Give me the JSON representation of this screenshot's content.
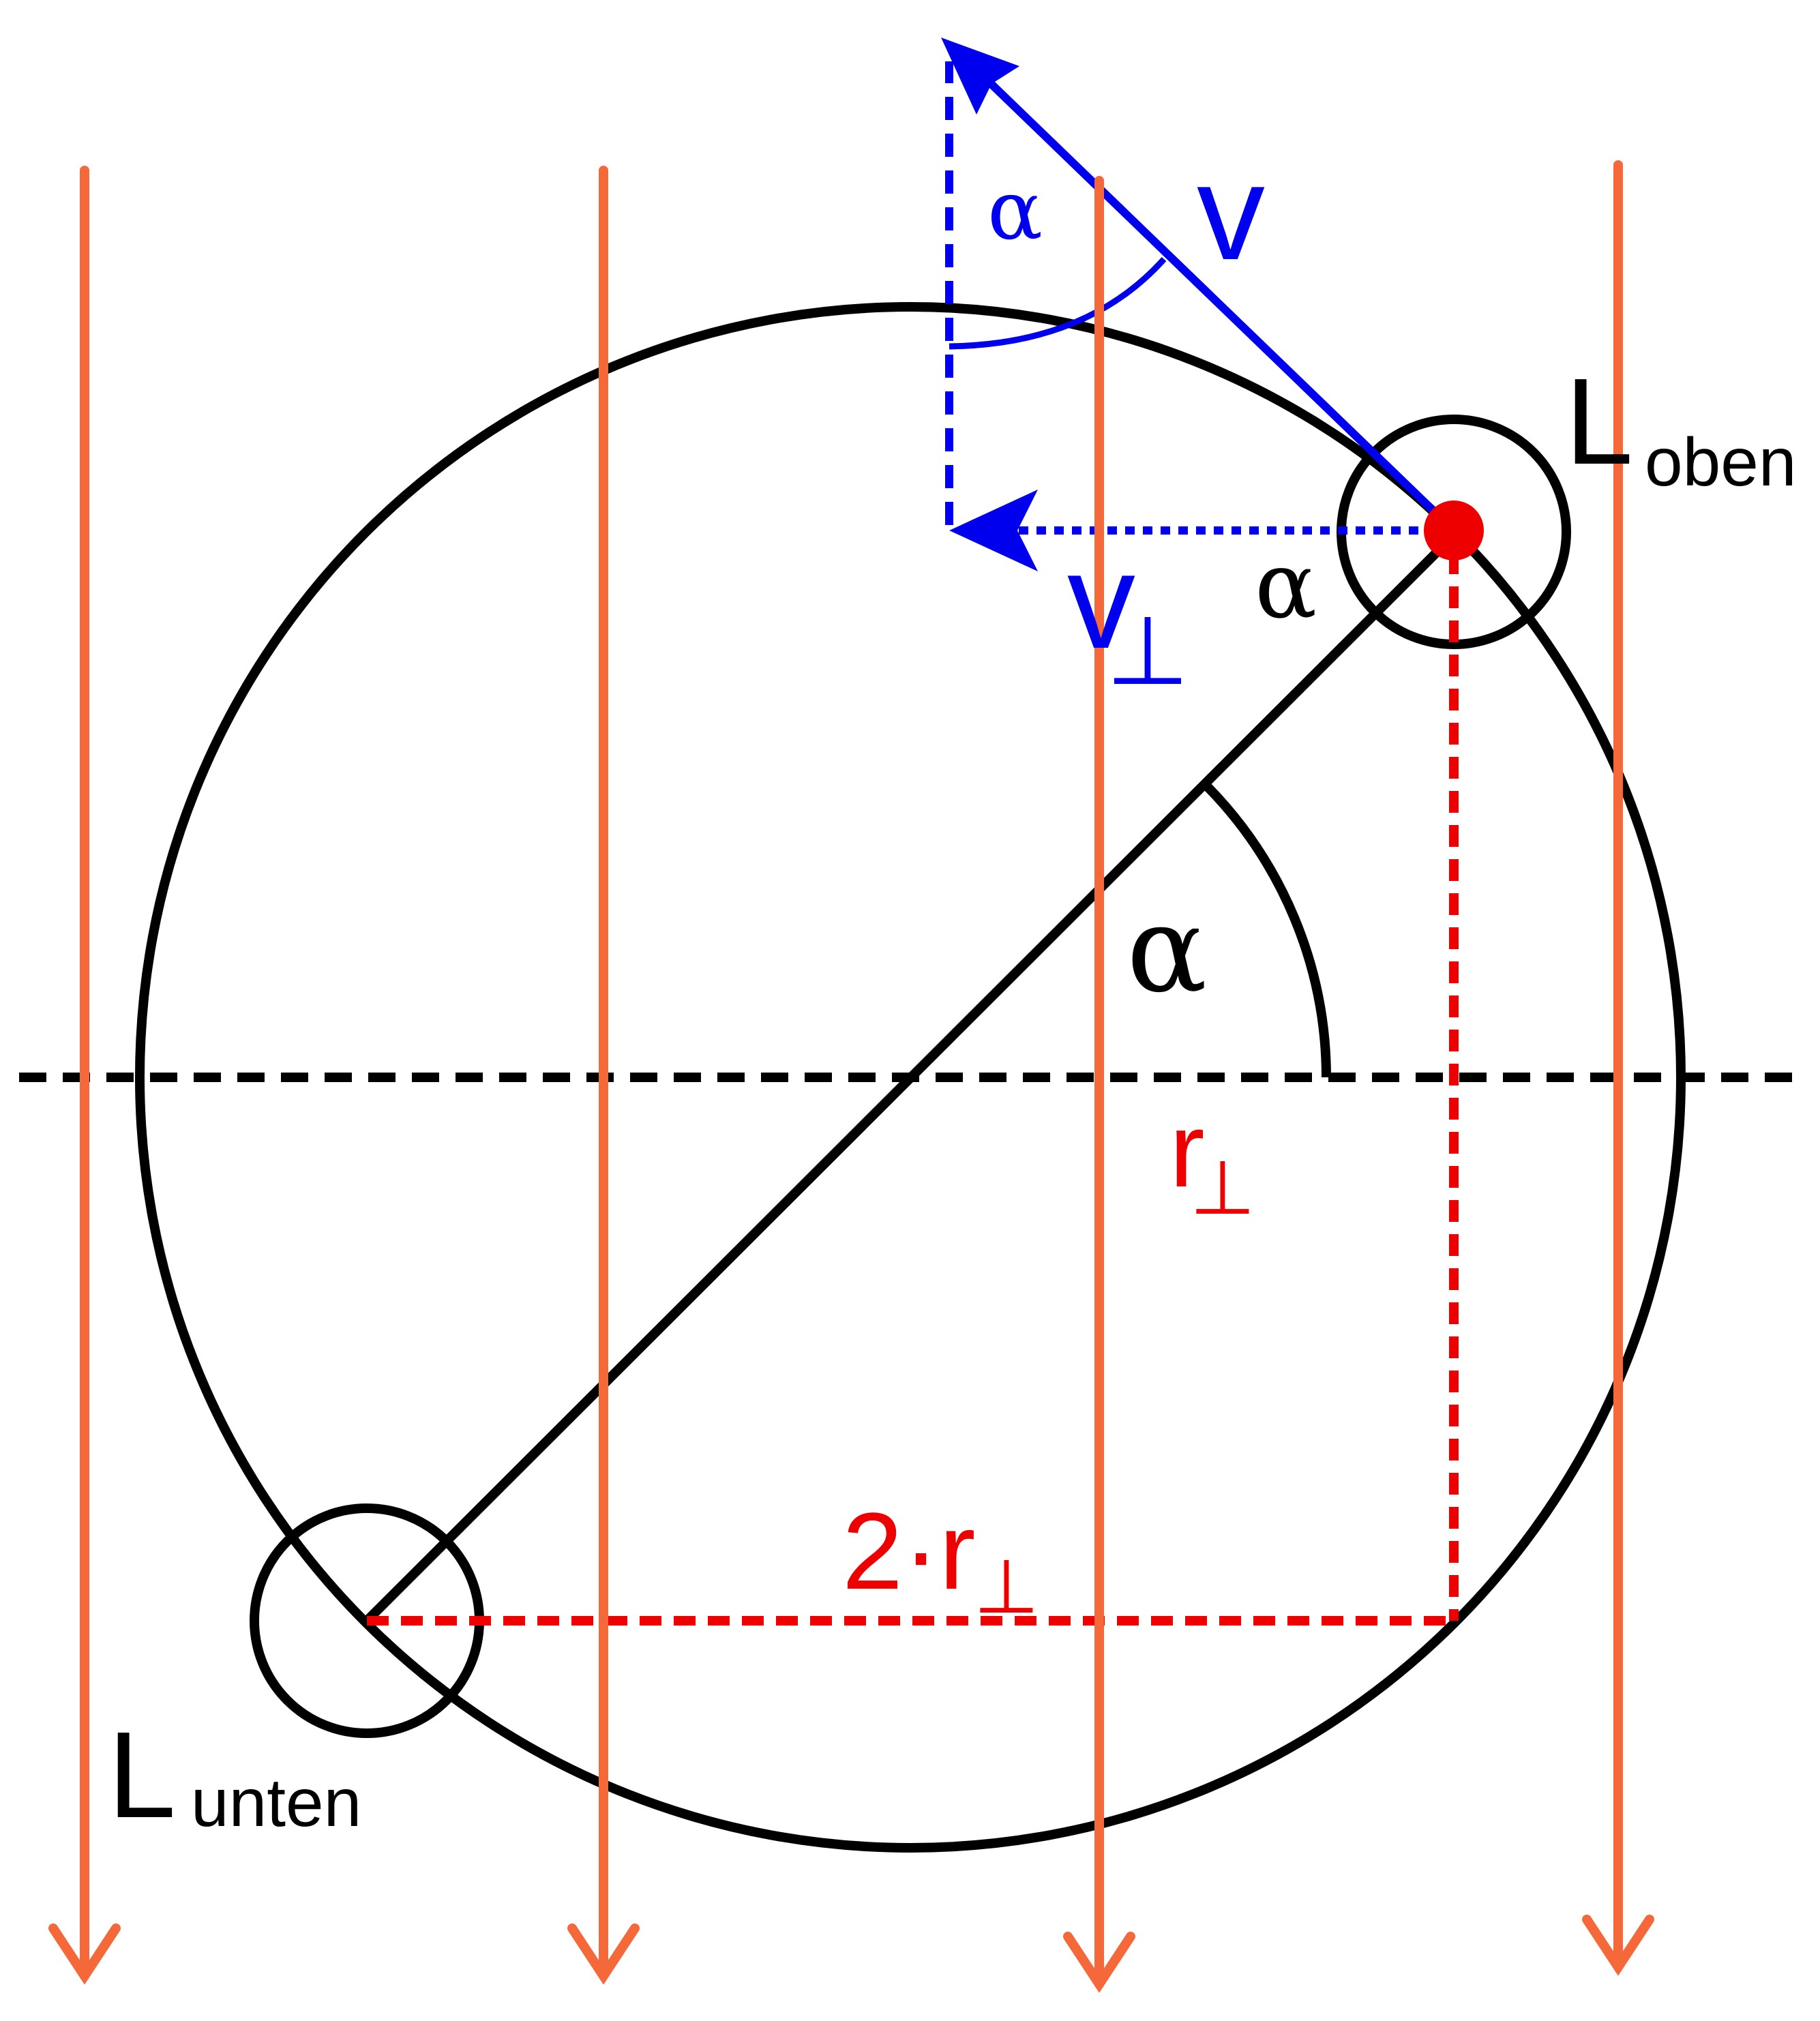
{
  "colors": {
    "background": "#ffffff",
    "black": "#000000",
    "field_lines": "#f4683a",
    "velocity": "#0000ee",
    "radius": "#ee0000"
  },
  "labels": {
    "velocity": "v",
    "velocity_perp_base": "v",
    "perp_symbol": "⊥",
    "alpha_top": "α",
    "alpha_mid": "α",
    "alpha_center": "α",
    "r_perp_base": "r",
    "two_r_perp_base": "2·r",
    "L_top_base": "L",
    "L_top_sub": "oben",
    "L_bottom_base": "L",
    "L_bottom_sub": "unten"
  }
}
